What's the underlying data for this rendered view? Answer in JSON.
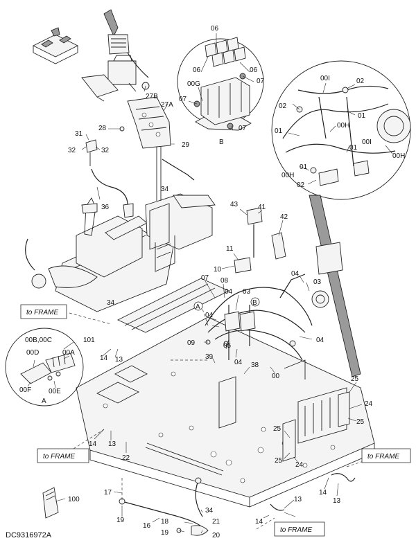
{
  "document_code": "DC9316972A",
  "frame_labels": [
    "to FRAME",
    "to FRAME",
    "to FRAME",
    "to FRAME"
  ],
  "detail_labels": {
    "detail_a": "A",
    "detail_b": "B"
  },
  "section_marks": [
    "A",
    "B"
  ],
  "callouts": [
    "06",
    "06",
    "06",
    "07",
    "00G",
    "07",
    "07",
    "B",
    "27B",
    "27A",
    "28",
    "29",
    "31",
    "32",
    "32",
    "34",
    "36",
    "00I",
    "02",
    "02",
    "01",
    "01",
    "00H",
    "01",
    "00I",
    "00H",
    "00H",
    "01",
    "02",
    "43",
    "41",
    "42",
    "11",
    "10",
    "07",
    "08",
    "03",
    "03",
    "04",
    "04",
    "05",
    "04",
    "09",
    "04",
    "04",
    "39",
    "00",
    "38",
    "34",
    "101",
    "00B,00C",
    "00D",
    "00A",
    "00F",
    "00E",
    "A",
    "14",
    "13",
    "25",
    "24",
    "25",
    "25",
    "25",
    "24",
    "14",
    "13",
    "22",
    "13",
    "14",
    "100",
    "17",
    "19",
    "16",
    "18",
    "34",
    "21",
    "19",
    "20",
    "14",
    "13"
  ]
}
